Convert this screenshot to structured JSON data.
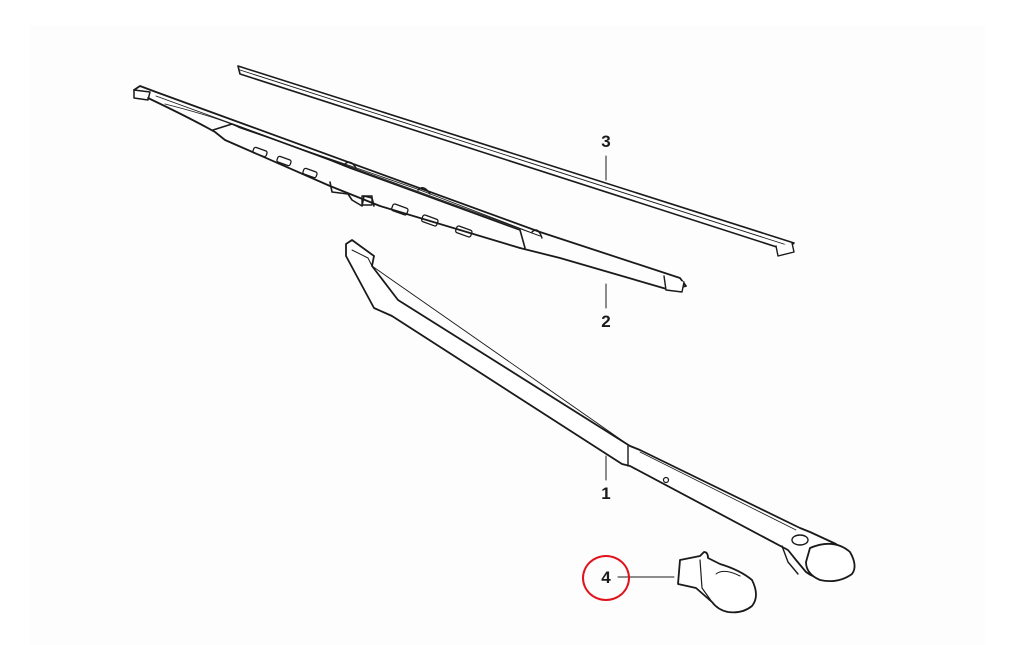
{
  "diagram": {
    "type": "exploded-parts-diagram",
    "subject": "windshield wiper assembly",
    "parts": [
      {
        "number": "1",
        "name": "wiper-arm"
      },
      {
        "number": "2",
        "name": "wiper-blade"
      },
      {
        "number": "3",
        "name": "wiper-blade-refill"
      },
      {
        "number": "4",
        "name": "wiper-arm-cap"
      }
    ],
    "highlighted_part": "4",
    "colors": {
      "line": "#1a1a1a",
      "highlight": "#e0121b",
      "background": "#ffffff"
    }
  },
  "labels": {
    "part1": "1",
    "part2": "2",
    "part3": "3",
    "part4": "4"
  }
}
